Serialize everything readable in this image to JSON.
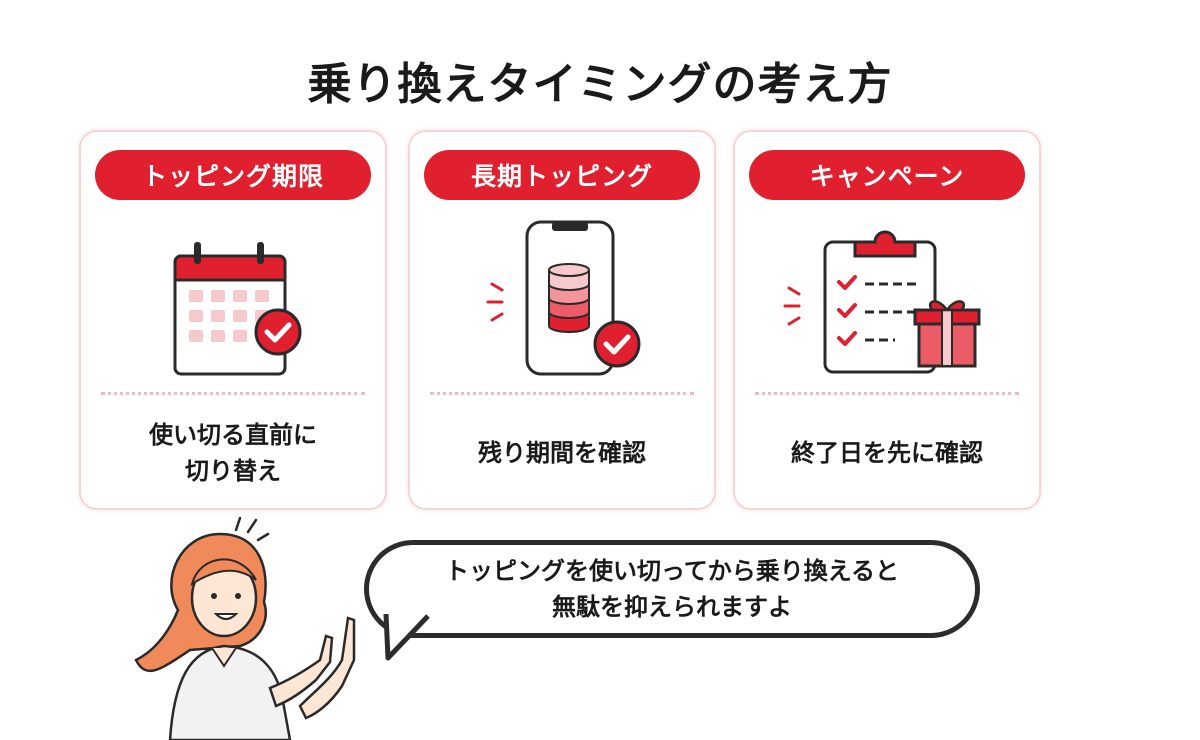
{
  "title": "乗り換えタイミングの考え方",
  "cards": [
    {
      "label": "トッピング期限",
      "caption_lines": [
        "使い切る直前に",
        "切り替え"
      ],
      "icon": "calendar-check-icon"
    },
    {
      "label": "長期トッピング",
      "caption_lines": [
        "残り期間を確認"
      ],
      "icon": "phone-data-check-icon"
    },
    {
      "label": "キャンペーン",
      "caption_lines": [
        "終了日を先に確認"
      ],
      "icon": "clipboard-gift-icon"
    }
  ],
  "speech": {
    "lines": [
      "トッピングを使い切ってから乗り換えると",
      "無駄を抑えられますよ"
    ]
  },
  "colors": {
    "accent": "#e0202f",
    "light_pink": "#f6c9cc",
    "border": "#f6d4d4",
    "text": "#1a1a1a"
  }
}
